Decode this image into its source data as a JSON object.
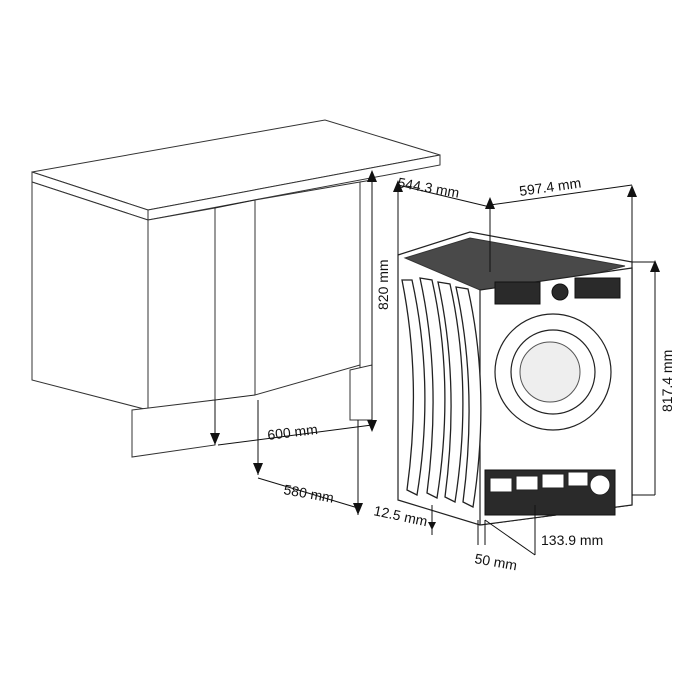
{
  "dimensions": {
    "depth_top": "544.3 mm",
    "width_top": "597.4 mm",
    "cabinet_height": "820 mm",
    "machine_height": "817.4 mm",
    "cabinet_width": "600 mm",
    "cabinet_depth": "580 mm",
    "foot_height": "12.5 mm",
    "foot_offset": "50 mm",
    "bottom_recess": "133.9 mm"
  }
}
